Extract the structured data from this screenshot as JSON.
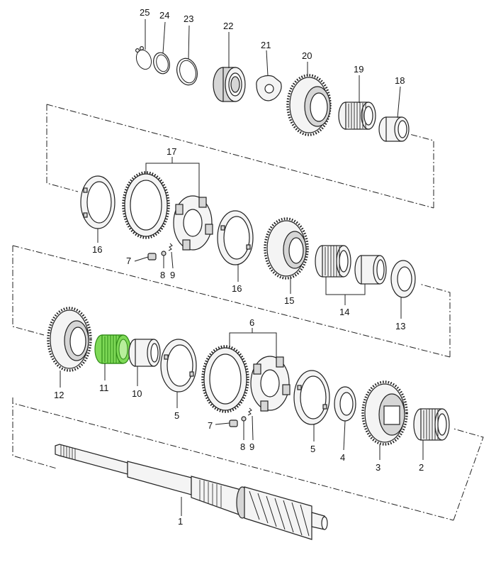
{
  "diagram": {
    "highlight_color": "#7ed957",
    "highlighted_part": "11",
    "callouts": [
      {
        "id": "c1",
        "label": "1"
      },
      {
        "id": "c2",
        "label": "2"
      },
      {
        "id": "c3",
        "label": "3"
      },
      {
        "id": "c4",
        "label": "4"
      },
      {
        "id": "c5a",
        "label": "5"
      },
      {
        "id": "c5b",
        "label": "5"
      },
      {
        "id": "c6",
        "label": "6"
      },
      {
        "id": "c7a",
        "label": "7"
      },
      {
        "id": "c7b",
        "label": "7"
      },
      {
        "id": "c8a",
        "label": "8"
      },
      {
        "id": "c8b",
        "label": "8"
      },
      {
        "id": "c9a",
        "label": "9"
      },
      {
        "id": "c9b",
        "label": "9"
      },
      {
        "id": "c10",
        "label": "10"
      },
      {
        "id": "c11",
        "label": "11"
      },
      {
        "id": "c12",
        "label": "12"
      },
      {
        "id": "c13",
        "label": "13"
      },
      {
        "id": "c14",
        "label": "14"
      },
      {
        "id": "c15",
        "label": "15"
      },
      {
        "id": "c16a",
        "label": "16"
      },
      {
        "id": "c16b",
        "label": "16"
      },
      {
        "id": "c17",
        "label": "17"
      },
      {
        "id": "c18",
        "label": "18"
      },
      {
        "id": "c19",
        "label": "19"
      },
      {
        "id": "c20",
        "label": "20"
      },
      {
        "id": "c21",
        "label": "21"
      },
      {
        "id": "c22",
        "label": "22"
      },
      {
        "id": "c23",
        "label": "23"
      },
      {
        "id": "c24",
        "label": "24"
      },
      {
        "id": "c25",
        "label": "25"
      }
    ]
  }
}
